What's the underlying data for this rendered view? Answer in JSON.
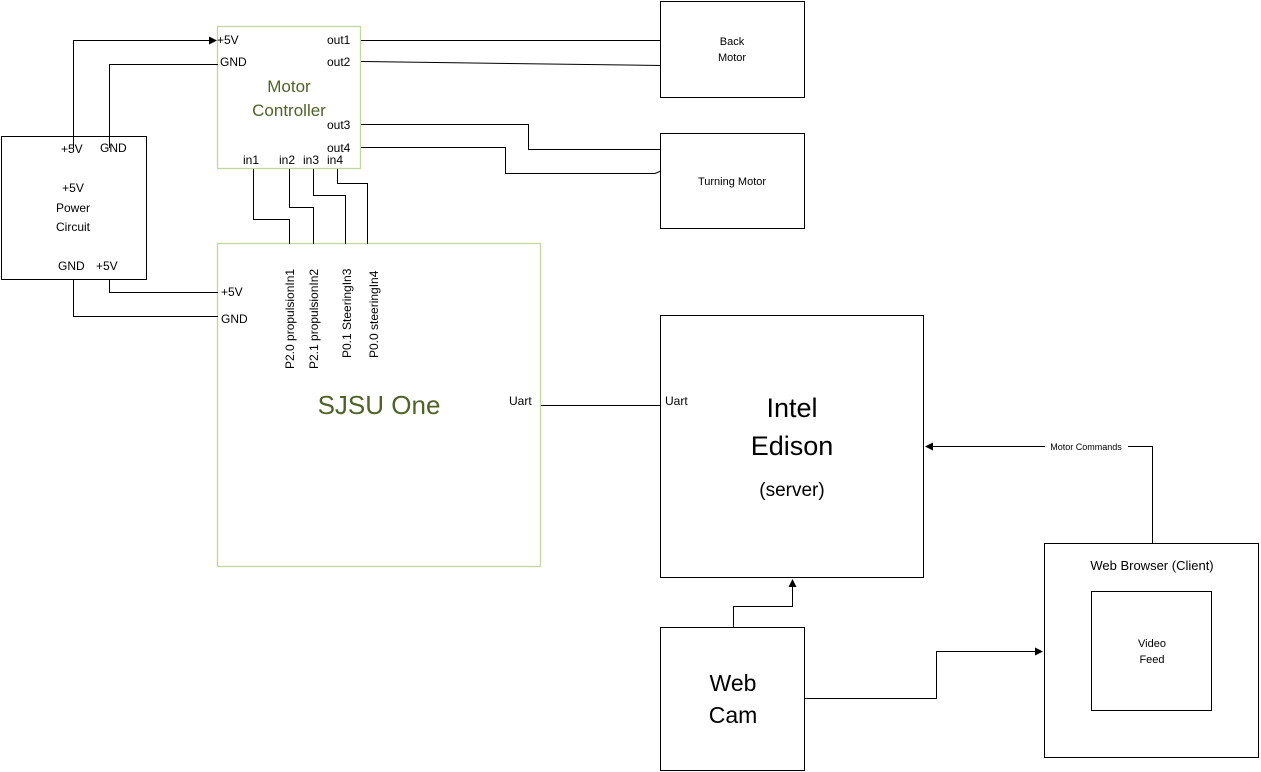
{
  "motor_controller": {
    "title_line1": "Motor",
    "title_line2": "Controller",
    "pin_5v": "+5V",
    "pin_gnd": "GND",
    "out1": "out1",
    "out2": "out2",
    "out3": "out3",
    "out4": "out4",
    "in1": "in1",
    "in2": "in2",
    "in3": "in3",
    "in4": "in4"
  },
  "back_motor": {
    "line1": "Back",
    "line2": "Motor"
  },
  "turning_motor": {
    "label": "Turning Motor"
  },
  "power_circuit": {
    "top_5v": "+5V",
    "top_gnd": "GND",
    "line1": "+5V",
    "line2": "Power",
    "line3": "Circuit",
    "bottom_gnd": "GND",
    "bottom_5v": "+5V"
  },
  "sjsu_one": {
    "title": "SJSU One",
    "pin_5v": "+5V",
    "pin_gnd": "GND",
    "pins": [
      "P2.0 propulsionIn1",
      "P2.1 propulsionIn2",
      "P0.1 SteeringIn3",
      "P0.0 steeringIn4"
    ],
    "uart": "Uart"
  },
  "intel_edison": {
    "line1": "Intel",
    "line2": "Edison",
    "line3": "(server)",
    "uart": "Uart"
  },
  "motor_commands": "Motor Commands",
  "web_cam": {
    "line1": "Web",
    "line2": "Cam"
  },
  "web_browser": {
    "title": "Web Browser (Client)",
    "video_line1": "Video",
    "video_line2": "Feed"
  }
}
